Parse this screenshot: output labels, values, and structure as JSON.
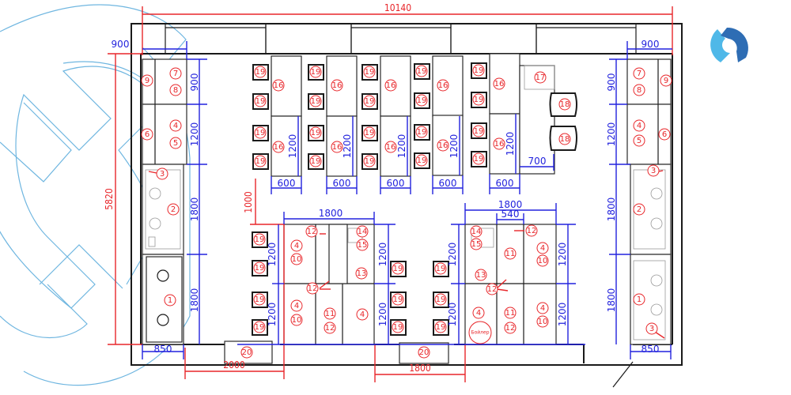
{
  "drawing": {
    "title": "Kitchen floor plan",
    "dimensions": {
      "total_width": "10140",
      "total_depth": "5820",
      "left_top_width": "900",
      "right_top_width": "900",
      "left_bottom_width": "850",
      "right_bottom_width": "850",
      "left_col_900": "900",
      "left_col_1200": "1200",
      "left_col_1800_a": "1800",
      "left_col_1800_b": "1800",
      "right_col_900": "900",
      "right_col_1200": "1200",
      "right_col_1800_a": "1800",
      "right_col_1800_b": "1800",
      "table_height_1200": "1200",
      "table_width_600": "600",
      "stool_gap_700": "700",
      "aisle_1000": "1000",
      "island_left_1800": "1800",
      "island_right_1800": "1800",
      "island_right_540": "540",
      "island_row_1200": "1200",
      "bottom_left_2000": "2000",
      "bottom_center_1800": "1800"
    },
    "markers": {
      "m1": "1",
      "m2": "2",
      "m3": "3",
      "m4": "4",
      "m5": "5",
      "m6": "6",
      "m7": "7",
      "m8": "8",
      "m9": "9",
      "m10": "10",
      "m11": "11",
      "m12": "12",
      "m13": "13",
      "m14": "14",
      "m15": "15",
      "m16": "16",
      "m17": "17",
      "m18": "18",
      "m19": "19",
      "m20": "20"
    },
    "boiler_label": "Бойлер"
  },
  "colors": {
    "dimension_outer": "#e8262a",
    "dimension_inner": "#2222dd",
    "marker": "#e8262a",
    "walls": "#1a1a1a",
    "logo_light": "#4fb8e8",
    "logo_dark": "#2e6db4"
  }
}
